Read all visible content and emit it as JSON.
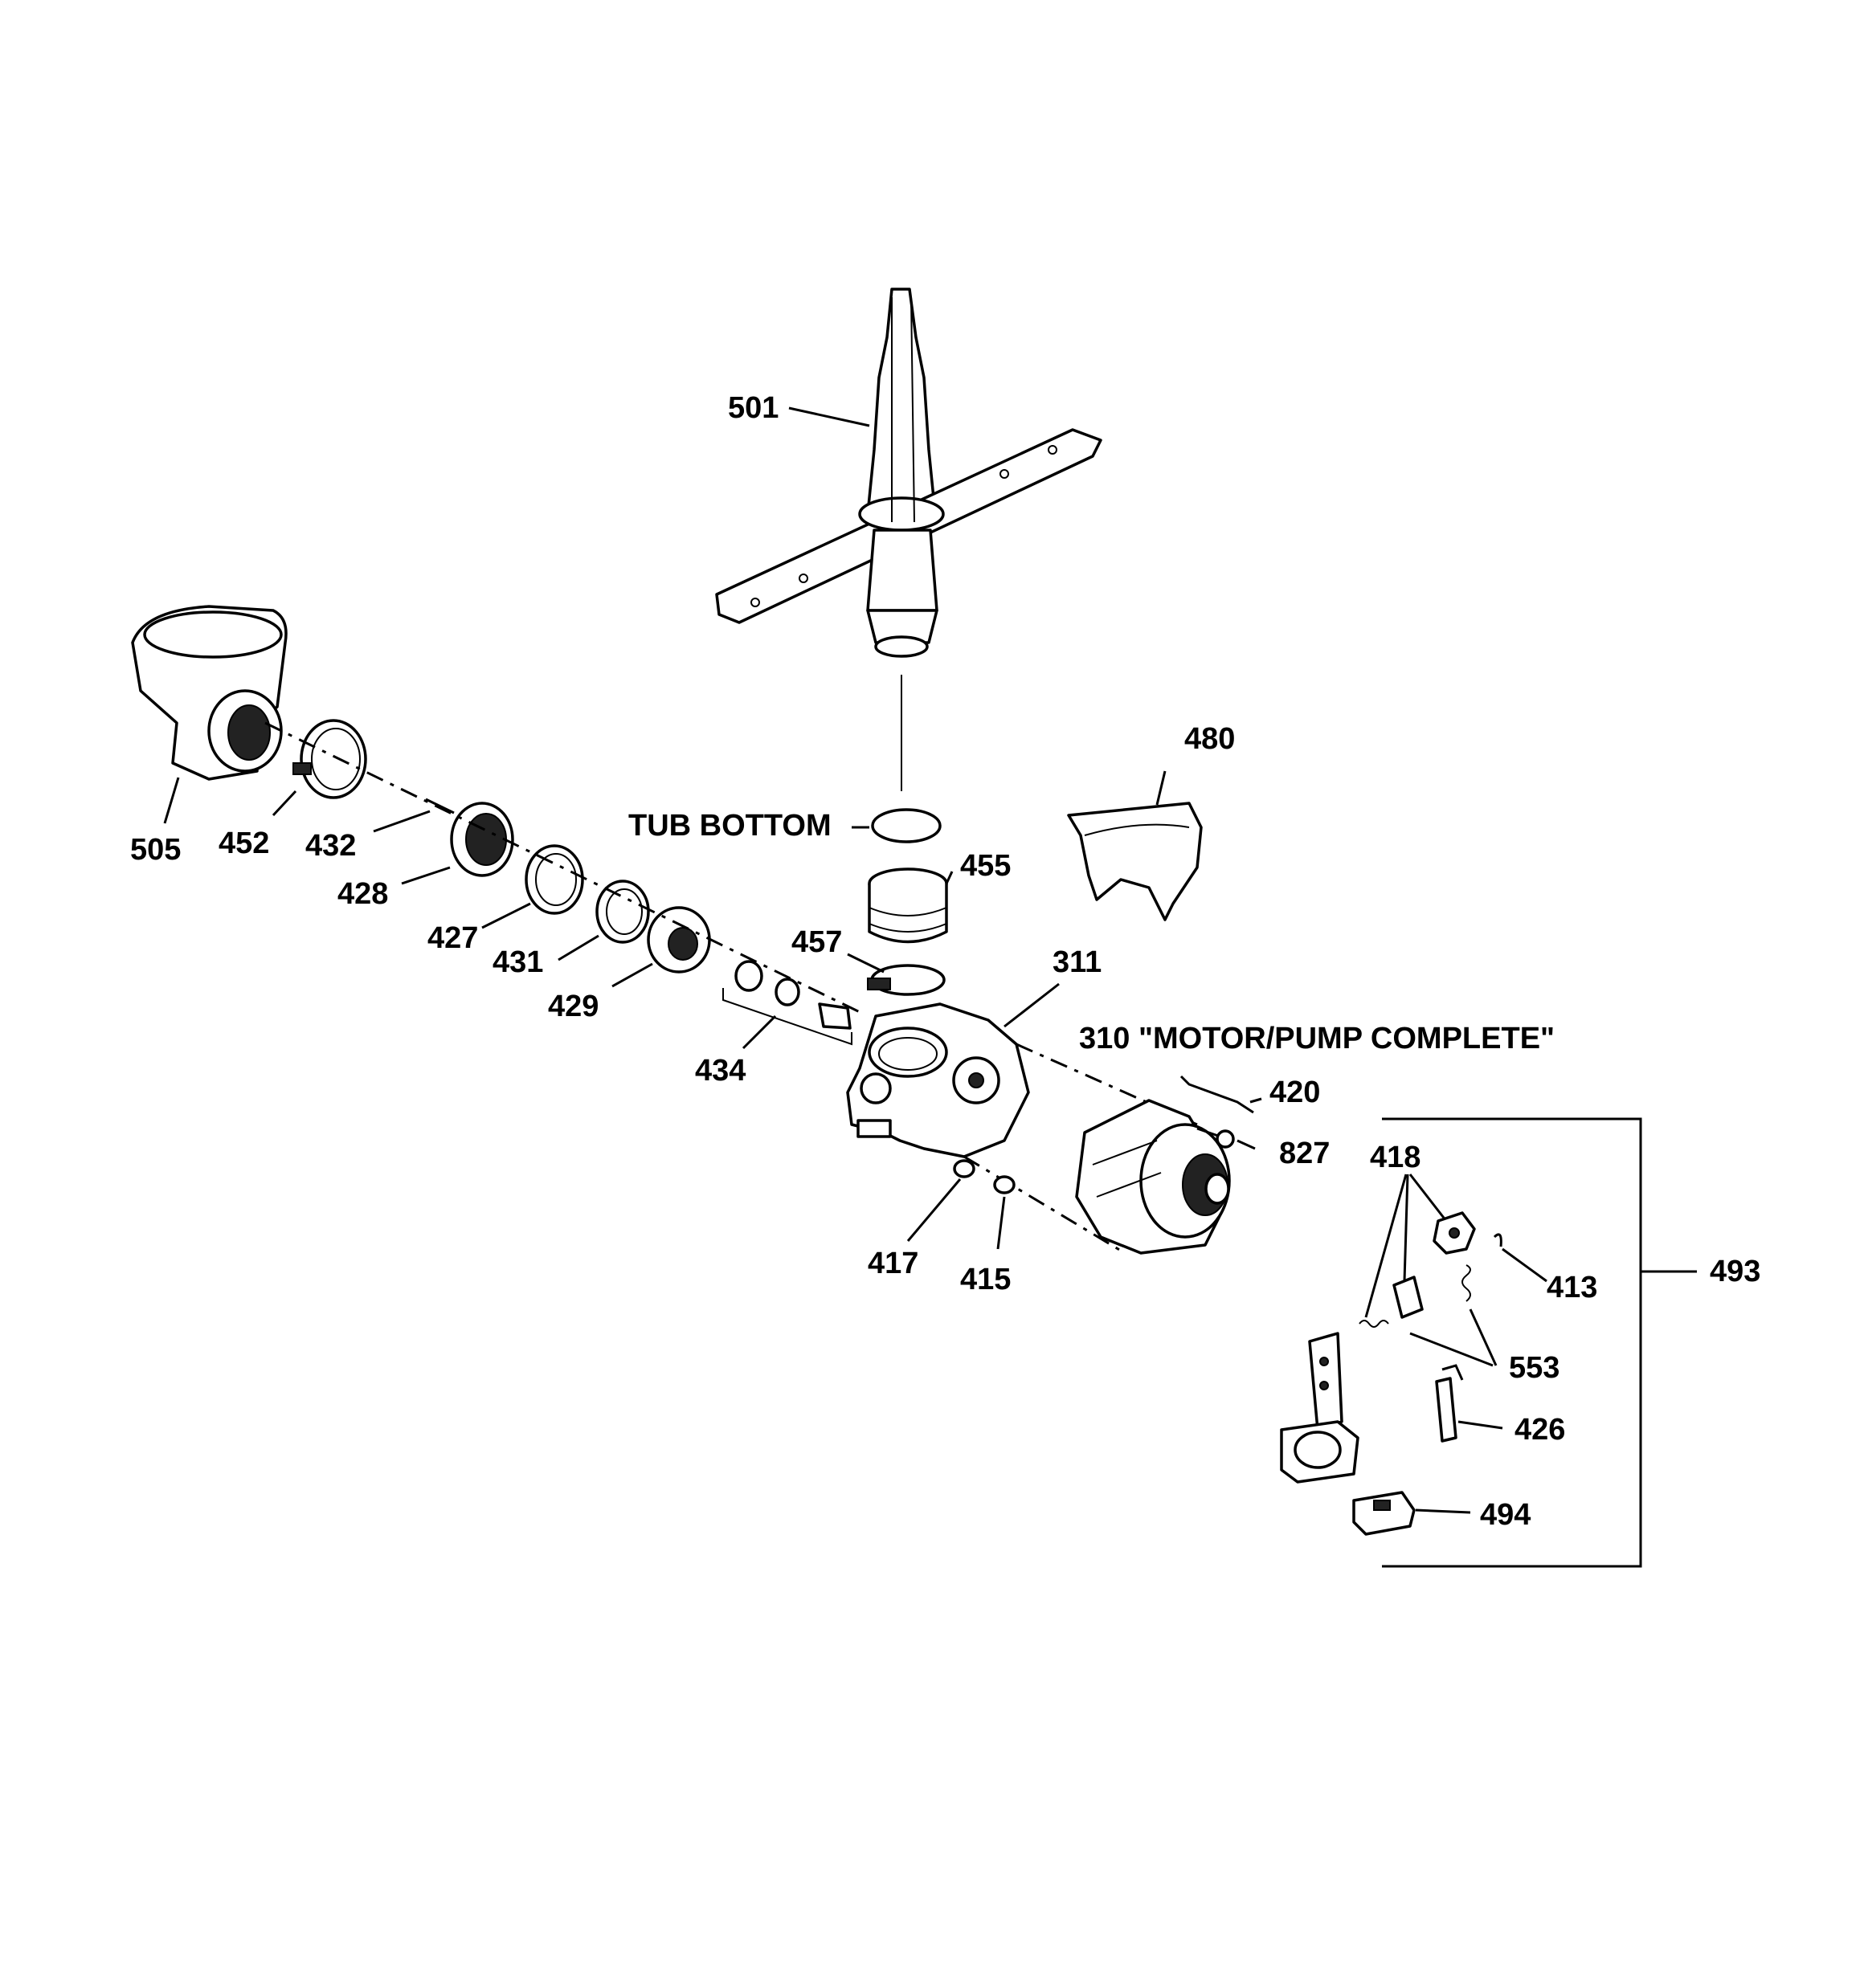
{
  "title": "",
  "labels": {
    "p501": "501",
    "p480": "480",
    "tub_bottom": "TUB BOTTOM",
    "p505": "505",
    "p452": "452",
    "p432": "432",
    "p428": "428",
    "p427": "427",
    "p431": "431",
    "p429": "429",
    "p434": "434",
    "p455": "455",
    "p457": "457",
    "p311": "311",
    "p310": "310 \"MOTOR/PUMP COMPLETE\"",
    "p420": "420",
    "p827": "827",
    "p417": "417",
    "p415": "415",
    "p418": "418",
    "p413": "413",
    "p493": "493",
    "p553": "553",
    "p426": "426",
    "p494": "494"
  }
}
